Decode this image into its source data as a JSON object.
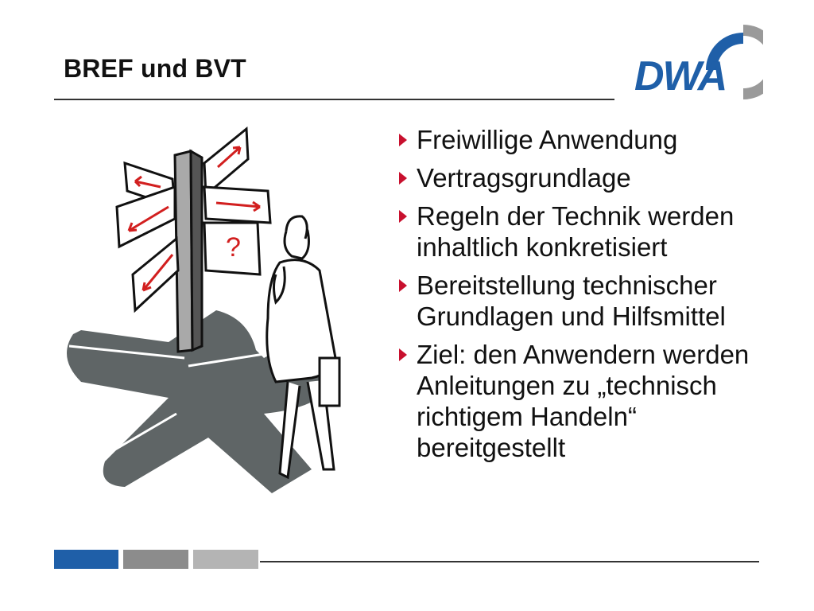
{
  "slide": {
    "title": "BREF und BVT",
    "logo_text": "DWA",
    "bullets": [
      "Freiwillige Anwendung",
      "Vertragsgrundlage",
      "Regeln der Technik werden inhaltlich konkretisiert",
      "Bereitstellung technischer Grundlagen und Hilfsmittel",
      "Ziel: den Anwendern werden Anleitungen zu „technisch richtigem Handeln“ bereitgestellt"
    ],
    "signpost_question": "?"
  },
  "colors": {
    "brand_blue": "#1f5fa8",
    "grey_dark": "#8c8c8c",
    "grey_light": "#b4b4b4",
    "bullet_red": "#c8102e",
    "shadow": "#5f6566"
  }
}
